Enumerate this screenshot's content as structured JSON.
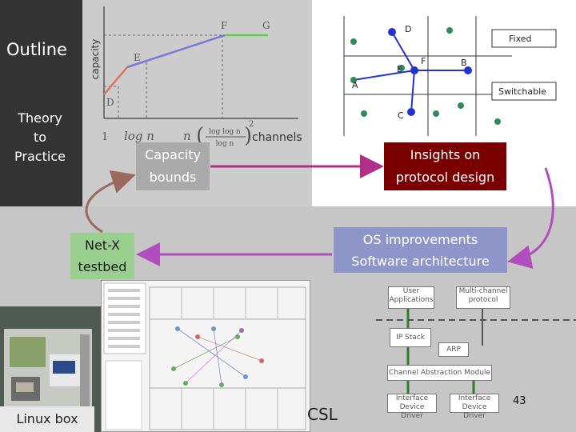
{
  "outline": {
    "title": "Outline",
    "subtitle": "Theory\nto\nPractice"
  },
  "plot": {
    "ylabel": "capacity",
    "point_labels": {
      "d": "D",
      "e": "E",
      "f": "F",
      "g": "G"
    },
    "tick_one": "1",
    "tick_logn": "log n",
    "tick_n": "n",
    "formula_num": "log log n",
    "formula_den": "log n",
    "formula_exp": "2",
    "xlabel": "channels"
  },
  "network": {
    "node_labels": {
      "a": "A",
      "b": "B",
      "c": "C",
      "d": "D",
      "e": "E",
      "f": "F"
    },
    "legend_fixed": "Fixed",
    "legend_switchable": "Switchable"
  },
  "boxes": {
    "capacity_bounds": "Capacity\nbounds",
    "insights": "Insights on\nprotocol design",
    "os_improvements": "OS improvements\nSoftware architecture",
    "netx": "Net-X\ntestbed"
  },
  "architecture": {
    "user_apps": "User\nApplications",
    "multichannel": "Multi-channel\nprotocol",
    "ip_stack": "IP Stack",
    "arp": "ARP",
    "cam": "Channel Abstraction Module",
    "iface1": "Interface\nDevice Driver",
    "iface2": "Interface\nDevice Driver"
  },
  "photo_label": "Linux box",
  "testbed_label": "CSL",
  "slide_number": "43",
  "colors": {
    "outline_bg": "#333333",
    "capacity_bounds_bg": "#aaaaaa",
    "insights_bg": "#7a0000",
    "os_bg": "#8e95c8",
    "netx_bg": "#9bcf8f",
    "arrow_magenta": "#b02f8a",
    "arrow_brown": "#9a6a5e",
    "arrow_purple": "#b14ebd",
    "arch_green": "#2e7d2e",
    "curve_red": "#e0705a",
    "curve_blue": "#7a7ad6",
    "curve_green": "#5fcf4f"
  }
}
